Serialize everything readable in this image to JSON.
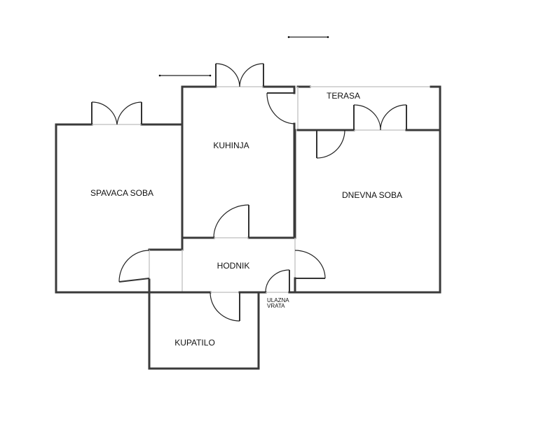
{
  "plan": {
    "rooms": {
      "spavaca_soba": "SPAVACA SOBA",
      "kuhinja": "KUHINJA",
      "terasa": "TERASA",
      "dnevna_soba": "DNEVNA SOBA",
      "hodnik": "HODNIK",
      "kupatilo": "KUPATILO"
    },
    "entrance": {
      "line1": "ULAZNA",
      "line2": "VRATA"
    }
  }
}
